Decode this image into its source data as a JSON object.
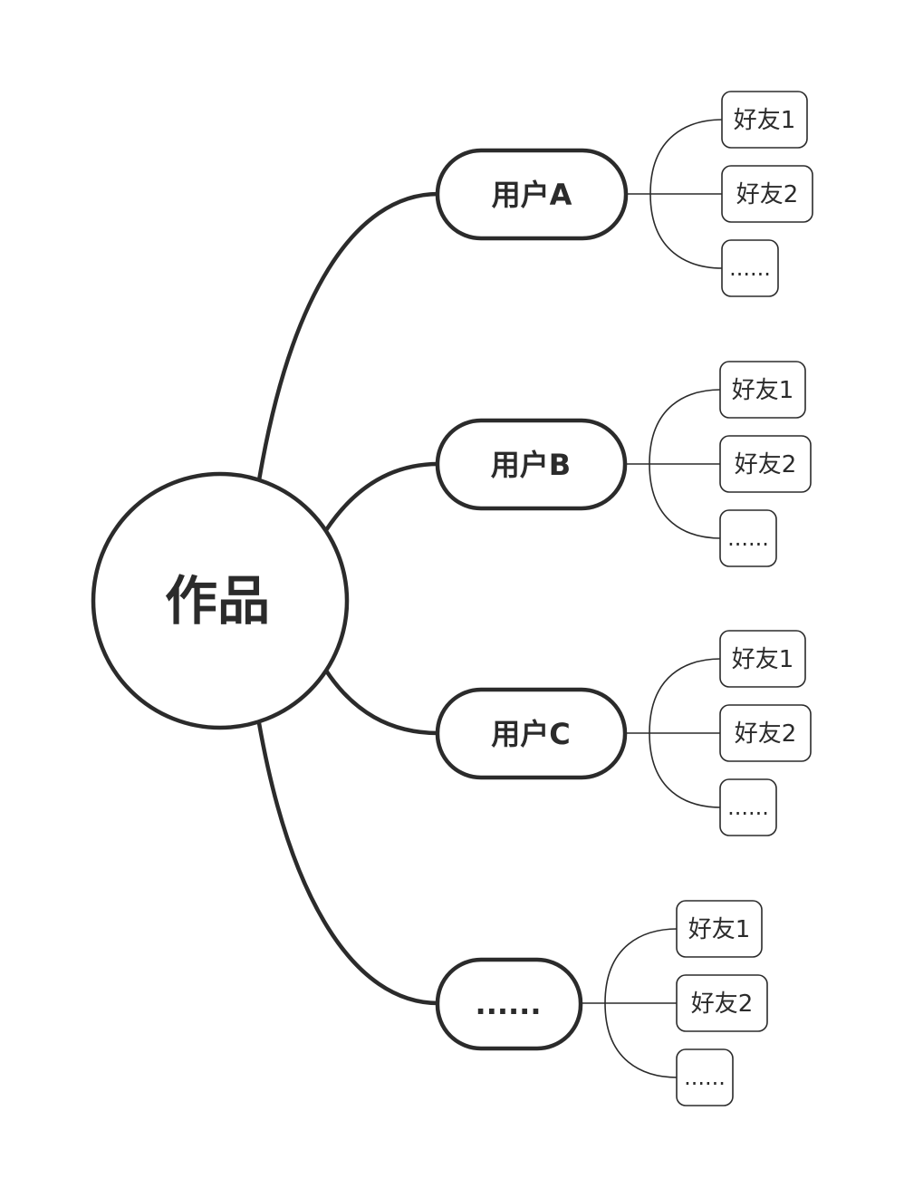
{
  "root": {
    "label": "作品"
  },
  "branches": [
    {
      "label": "用户A",
      "children": [
        "好友1",
        "好友2",
        "......"
      ]
    },
    {
      "label": "用户B",
      "children": [
        "好友1",
        "好友2",
        "......"
      ]
    },
    {
      "label": "用户C",
      "children": [
        "好友1",
        "好友2",
        "......"
      ]
    },
    {
      "label": "......",
      "children": [
        "好友1",
        "好友2",
        "......"
      ]
    }
  ],
  "colors": {
    "stroke": "#2b2b2b",
    "background": "#ffffff"
  }
}
